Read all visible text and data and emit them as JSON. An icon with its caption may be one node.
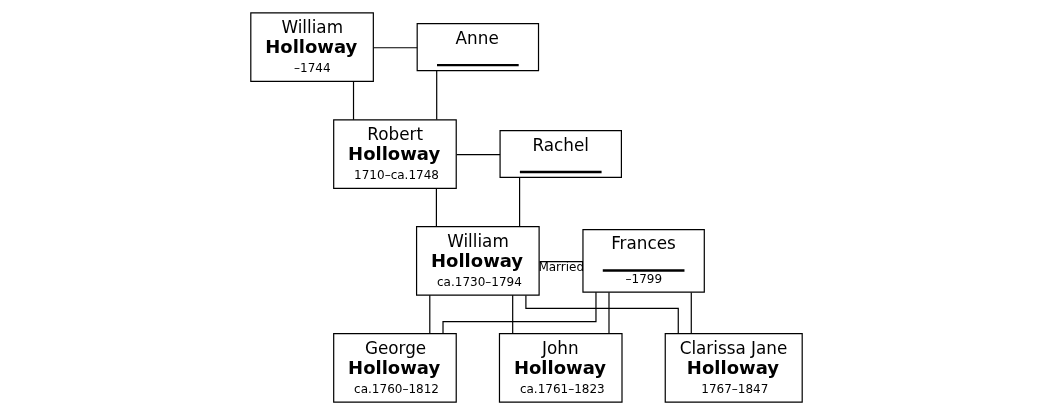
{
  "diagram": {
    "nodes": [
      {
        "text": [
          "William",
          "Holloway",
          "–1744"
        ]
      },
      {
        "text": [
          "Anne"
        ]
      },
      {
        "text": [
          "Robert",
          "Holloway",
          "1710–ca.1748"
        ]
      },
      {
        "text": [
          "Rachel"
        ]
      },
      {
        "text": [
          "William",
          "Holloway",
          "ca.1730–1794"
        ]
      },
      {
        "text": [
          "Frances",
          "–1799"
        ]
      },
      {
        "text": [
          "George",
          "Holloway",
          "ca.1760–1812"
        ]
      },
      {
        "text": [
          "John",
          "Holloway",
          "ca.1761–1823"
        ]
      },
      {
        "text": [
          "Clarissa Jane",
          "Holloway",
          "1767–1847"
        ]
      }
    ],
    "edges": [
      {
        "from": 0,
        "to": 1,
        "arrow": "none"
      },
      {
        "from": 0,
        "to": 2,
        "arrow": "none"
      },
      {
        "from": 1,
        "to": 2,
        "arrow": "none"
      },
      {
        "from": 2,
        "to": 3,
        "arrow": "none"
      },
      {
        "from": 2,
        "to": 4,
        "arrow": "none"
      },
      {
        "from": 3,
        "to": 4,
        "arrow": "none"
      },
      {
        "from": 4,
        "to": 5,
        "label": "Married",
        "arrow": "none"
      },
      {
        "from": 4,
        "to": 6,
        "arrow": "none"
      },
      {
        "from": 4,
        "to": 7,
        "arrow": "none"
      },
      {
        "from": 4,
        "to": 8,
        "arrow": "none"
      },
      {
        "from": 5,
        "to": 6,
        "arrow": "none"
      },
      {
        "from": 5,
        "to": 7,
        "arrow": "none"
      },
      {
        "from": 5,
        "to": 8,
        "arrow": "none"
      }
    ]
  }
}
